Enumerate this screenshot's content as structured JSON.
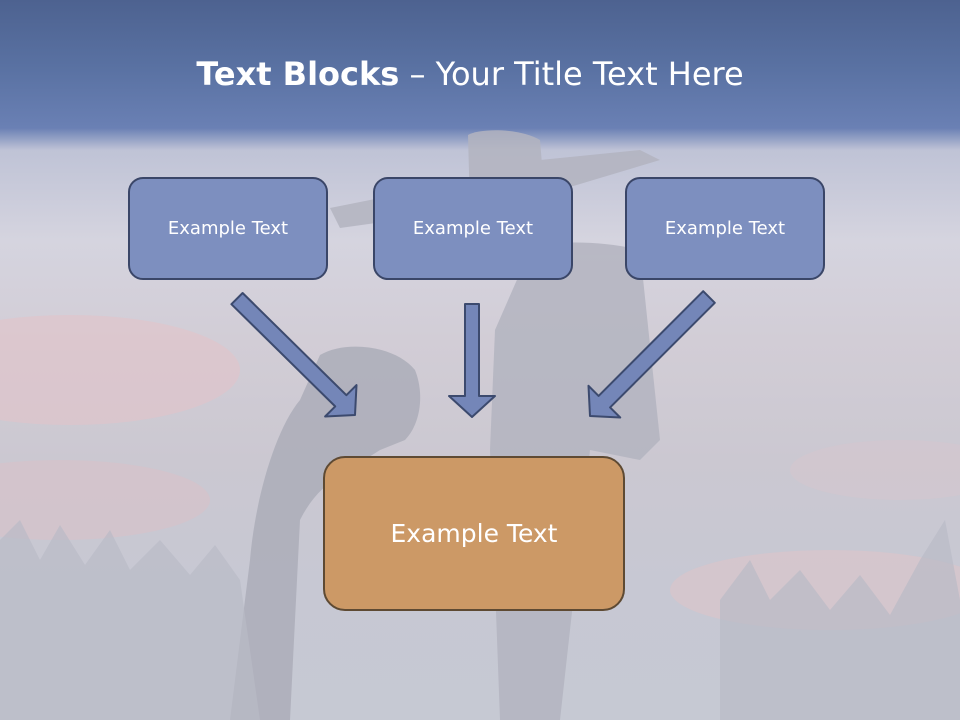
{
  "title": {
    "bold": "Text Blocks",
    "rest": " – Your Title Text Here"
  },
  "blocks": [
    {
      "label": "Example Text"
    },
    {
      "label": "Example Text"
    },
    {
      "label": "Example Text"
    }
  ],
  "target": {
    "label": "Example Text"
  },
  "colors": {
    "block_fill": "#7d8fbf",
    "block_border": "#3a4668",
    "target_fill": "#cc9966",
    "target_border": "#5e4a33",
    "arrow_fill": "#7486b8",
    "title_band": "#5a72a3"
  }
}
